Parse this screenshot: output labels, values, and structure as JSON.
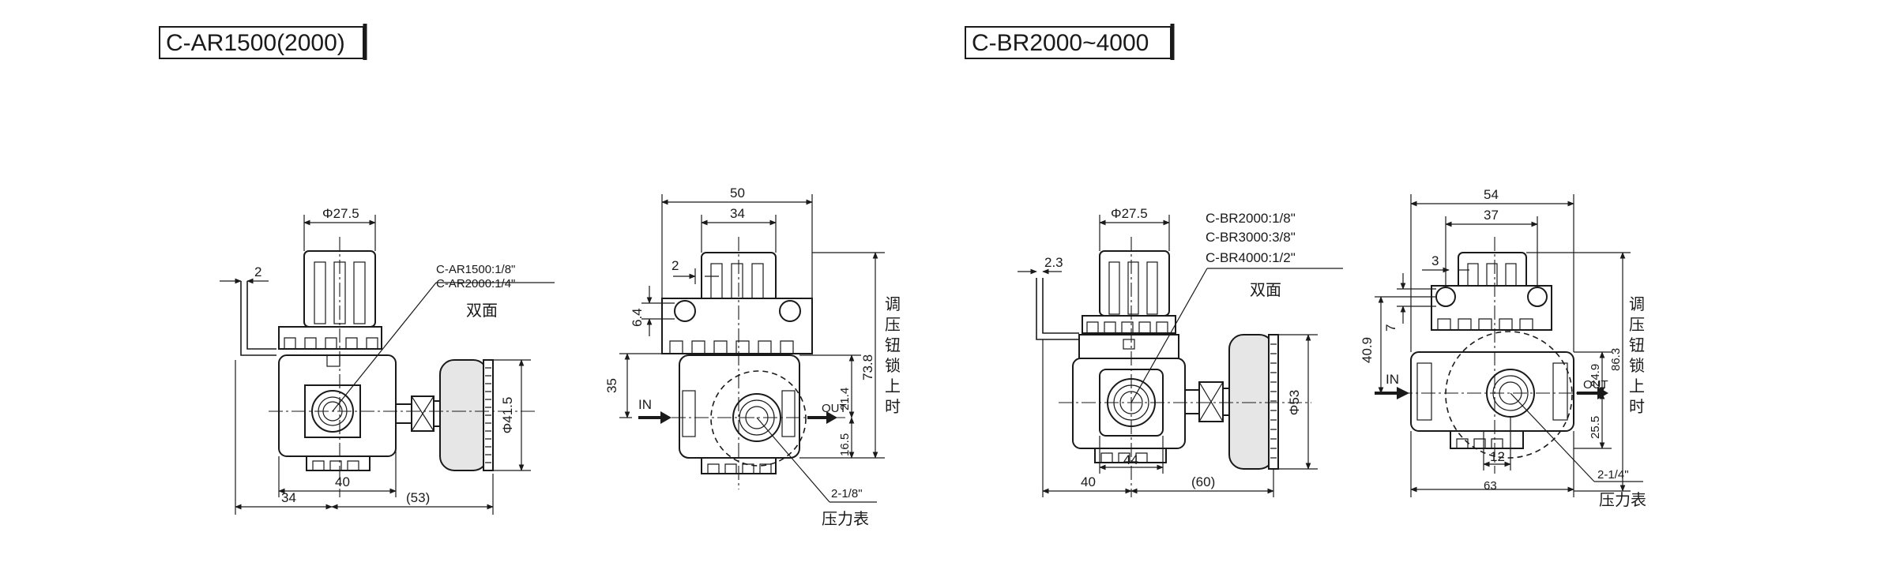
{
  "left_title": "C-AR1500(2000)",
  "right_title": "C-BR2000~4000",
  "ar_front": {
    "dia_top": "Φ27.5",
    "dim_2": "2",
    "port_note_1": "C-AR1500:1/8\"",
    "port_note_2": "C-AR2000:1/4\"",
    "both_sides": "双面",
    "dim_gauge_dia": "Φ41.5",
    "dim_40": "40",
    "dim_34": "34",
    "dim_53": "(53)"
  },
  "ar_side": {
    "dim_50": "50",
    "dim_34": "34",
    "dim_2": "2",
    "dim_6_4": "6.4",
    "dim_35": "35",
    "dim_73_8": "73.8",
    "dim_21_4": "21.4",
    "dim_16_5": "16.5",
    "label_in": "IN",
    "label_out": "OUT",
    "knob_note": [
      "调",
      "压",
      "钮",
      "锁",
      "上",
      "时"
    ],
    "gauge_port": "2-1/8\"",
    "gauge_label": "压力表"
  },
  "br_front": {
    "dia_top": "Φ27.5",
    "dim_2_3": "2.3",
    "port_note_1": "C-BR2000:1/8\"",
    "port_note_2": "C-BR3000:3/8\"",
    "port_note_3": "C-BR4000:1/2\"",
    "both_sides": "双面",
    "dim_gauge_dia": "Φ53",
    "dim_44": "44",
    "dim_40": "40",
    "dim_60": "(60)"
  },
  "br_side": {
    "dim_54": "54",
    "dim_37": "37",
    "dim_3": "3",
    "dim_7": "7",
    "dim_40_9": "40.9",
    "dim_86_3": "86.3",
    "dim_24_9": "24.9",
    "dim_25_5": "25.5",
    "dim_12": "12",
    "dim_63": "63",
    "label_in": "IN",
    "label_out": "OUT",
    "knob_note": [
      "调",
      "压",
      "钮",
      "锁",
      "上",
      "时"
    ],
    "gauge_port": "2-1/4\"",
    "gauge_label": "压力表"
  }
}
